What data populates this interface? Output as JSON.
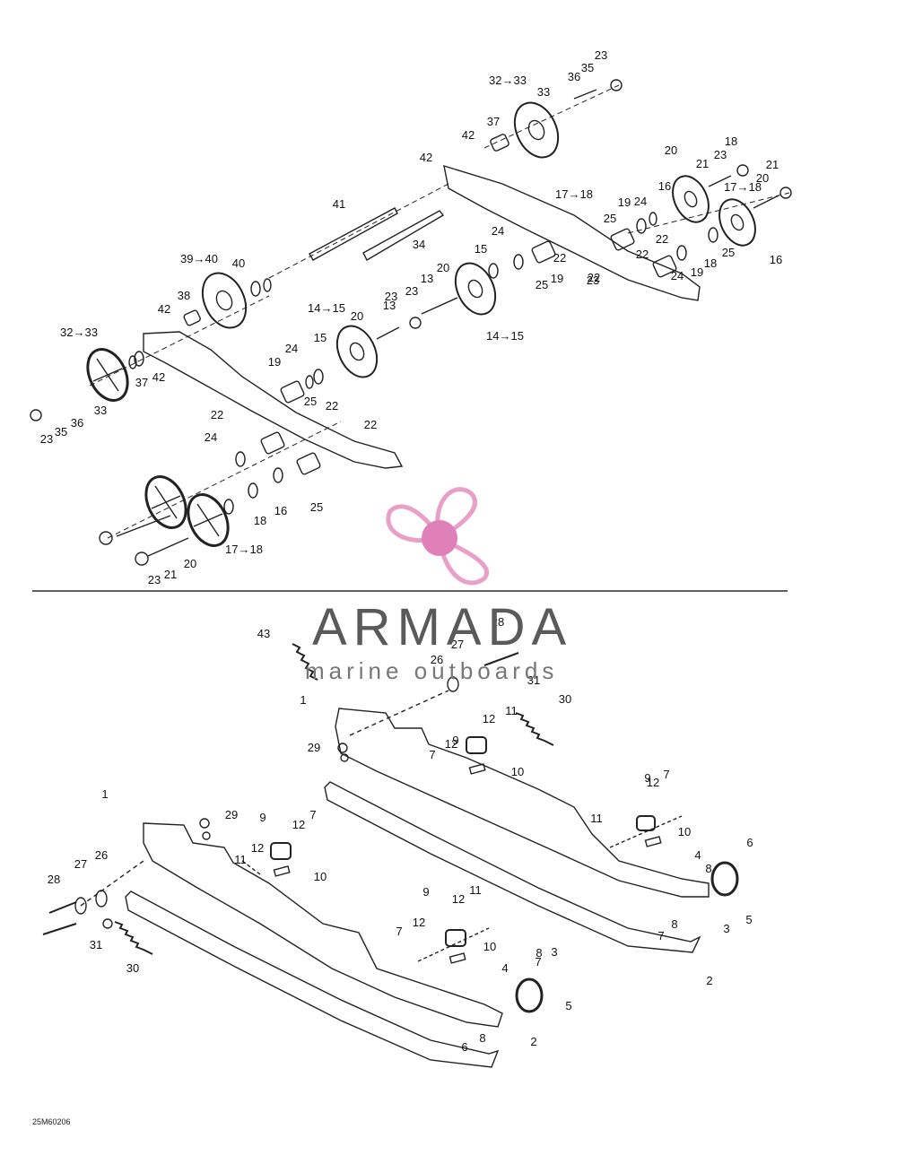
{
  "diagram": {
    "drawing_code": "25M60206",
    "separator_color": "#000000",
    "line_color": "#222222",
    "watermark": {
      "brand": "ARMADA",
      "tagline": "marine outboards",
      "mark_color": "#e8a0c8",
      "hub_color": "#e080b8",
      "text_color": "#5a5a5a"
    },
    "top_callouts": [
      "23",
      "35",
      "36",
      "32→33",
      "33",
      "37",
      "42",
      "42",
      "41",
      "34",
      "39→40",
      "40",
      "38",
      "42",
      "32→33",
      "37",
      "42",
      "33",
      "23",
      "35",
      "36",
      "14→15",
      "20",
      "15",
      "24",
      "19",
      "22",
      "25",
      "22",
      "22",
      "13",
      "23",
      "23",
      "13",
      "20",
      "15",
      "24",
      "14→15",
      "25",
      "19",
      "22",
      "22",
      "17→18",
      "20",
      "21",
      "23",
      "18",
      "16",
      "24",
      "19",
      "25",
      "22",
      "23",
      "21",
      "20",
      "17→18",
      "16",
      "18",
      "25",
      "24",
      "19",
      "22",
      "24",
      "16",
      "18",
      "25",
      "17→18",
      "20",
      "21",
      "23"
    ],
    "bottom_callouts": [
      "43",
      "28",
      "27",
      "26",
      "31",
      "30",
      "1",
      "9",
      "12",
      "11",
      "29",
      "7",
      "10",
      "12",
      "9",
      "7",
      "12",
      "11",
      "10",
      "4",
      "8",
      "6",
      "5",
      "3",
      "8",
      "7",
      "2",
      "1",
      "29",
      "9",
      "12",
      "7",
      "28",
      "27",
      "26",
      "11",
      "12",
      "10",
      "31",
      "30",
      "9",
      "12",
      "11",
      "7",
      "12",
      "10",
      "4",
      "8",
      "7",
      "5",
      "6",
      "8",
      "3",
      "2"
    ]
  }
}
